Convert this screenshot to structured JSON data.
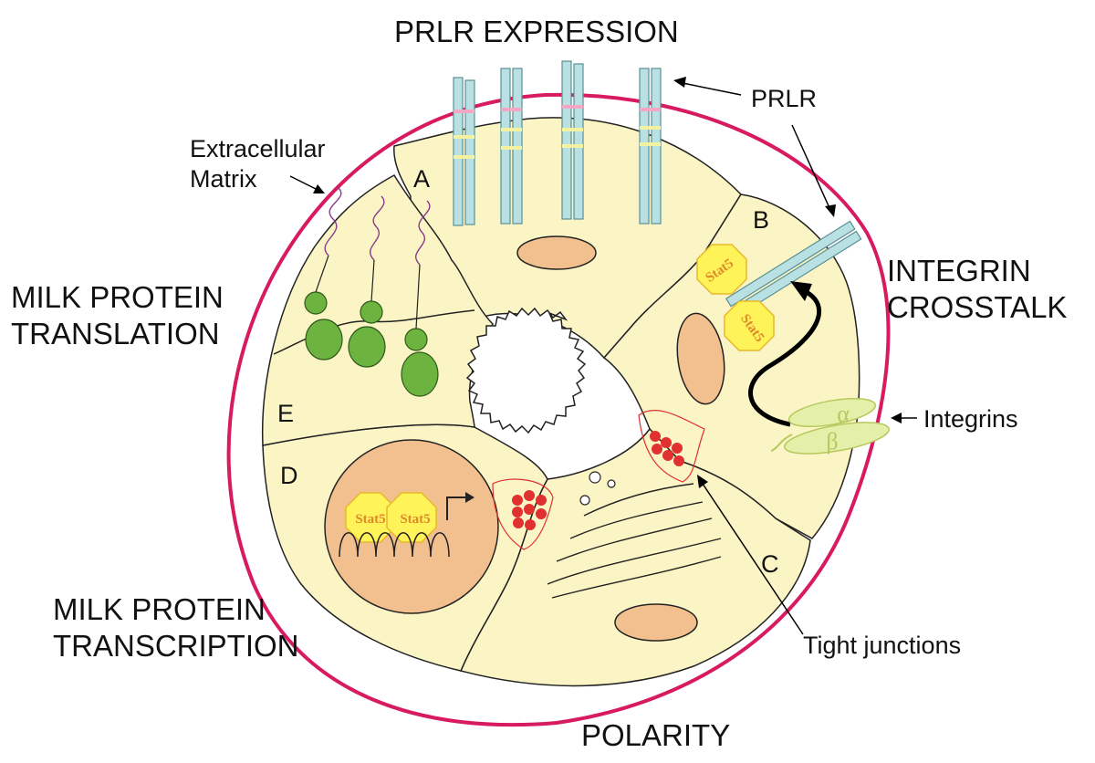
{
  "headings": {
    "prlr_expression": "PRLR EXPRESSION",
    "integrin_crosstalk": "INTEGRIN\nCROSSTALK",
    "milk_protein_translation": "MILK PROTEIN\nTRANSLATION",
    "milk_protein_transcription": "MILK PROTEIN\nTRANSCRIPTION",
    "polarity": "POLARITY"
  },
  "labels": {
    "prlr": "PRLR",
    "extracellular_matrix": "Extracellular\nMatrix",
    "integrins": "Integrins",
    "tight_junctions": "Tight junctions"
  },
  "cells": [
    "A",
    "B",
    "C",
    "D",
    "E"
  ],
  "stat5": [
    "Stat5",
    "Stat5",
    "Stat5",
    "Stat5"
  ],
  "integrin_subunits": {
    "alpha": "α",
    "beta": "β"
  },
  "colors": {
    "matrix": "#d81b60",
    "cytoplasm": "#fbf5c6",
    "nucleus": "#f2c08e",
    "receptor": "#b9e1e4",
    "stat5_fill": "#fff35a",
    "stat5_text": "#e0892a",
    "integrin": "#e4f0a9",
    "junction": "#e03030",
    "ribosome": "#6cb33f"
  }
}
